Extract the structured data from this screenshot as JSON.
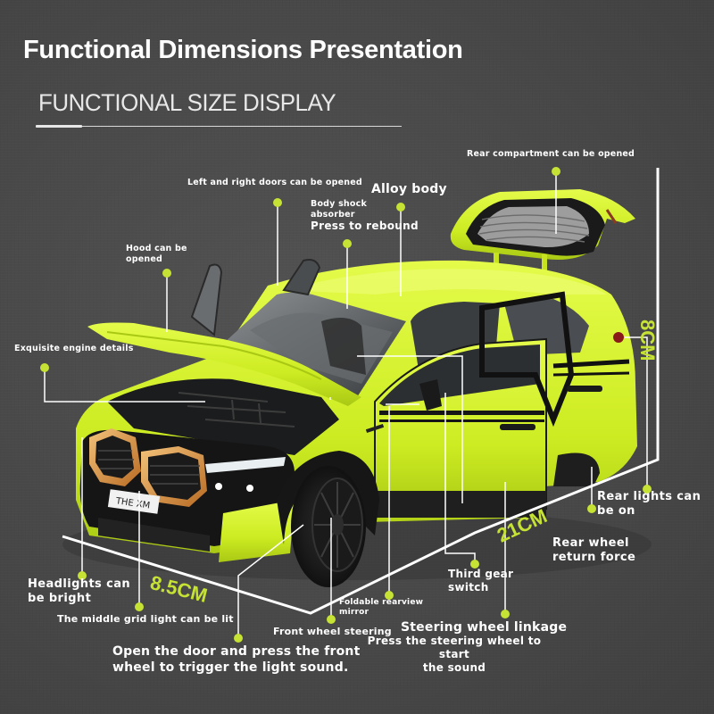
{
  "header": {
    "title": "Functional Dimensions Presentation",
    "subtitle": "FUNCTIONAL SIZE DISPLAY"
  },
  "colors": {
    "background": "#4a4a4a",
    "accent": "#c6e335",
    "car_body": "#d4f02a",
    "text": "#ffffff"
  },
  "dimensions": {
    "height": "8CM",
    "length": "21CM",
    "width": "8.5CM"
  },
  "callouts": {
    "rear_compartment": "Rear compartment can be opened",
    "doors": "Left and right doors can be opened",
    "alloy_body": "Alloy body",
    "shock_absorber": "Body shock\nabsorber",
    "press_rebound": "Press to rebound",
    "hood": "Hood can be\nopened",
    "engine": "Exquisite engine details",
    "rear_lights": "Rear lights can\nbe on",
    "rear_wheel": "Rear wheel\nreturn force",
    "headlights": "Headlights can\nbe bright",
    "grid_light": "The middle grid light can be lit",
    "third_gear": "Third gear\nswitch",
    "mirror": "Foldable rearview\nmirror",
    "front_wheel": "Front wheel steering",
    "steering_title": "Steering wheel linkage",
    "steering_desc": "Press the steering wheel to start\nthe sound",
    "door_sound": "Open the door and press the front\nwheel to trigger the light sound."
  },
  "car": {
    "plate_text": "THE XM"
  }
}
